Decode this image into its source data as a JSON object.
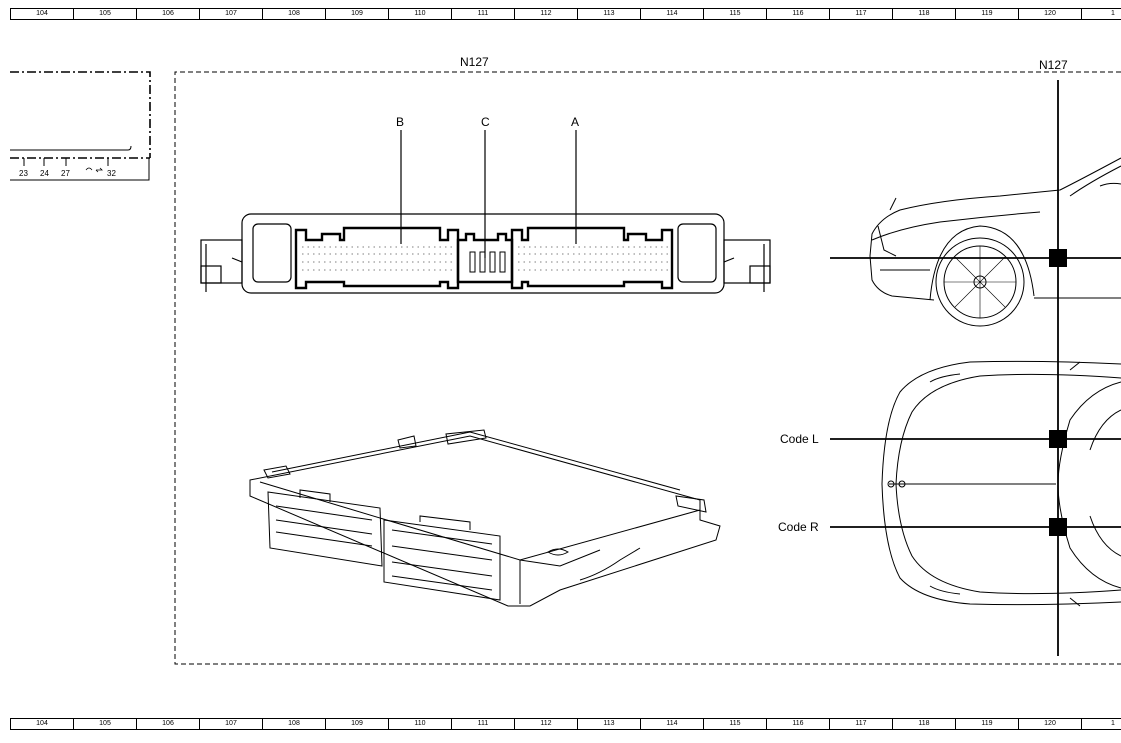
{
  "ruler": {
    "columns": [
      "104",
      "105",
      "106",
      "107",
      "108",
      "109",
      "110",
      "111",
      "112",
      "113",
      "114",
      "115",
      "116",
      "117",
      "118",
      "119",
      "120",
      "1"
    ]
  },
  "sheet": {
    "module_label": "N127",
    "module_label_right": "N127",
    "left_fragment_pins": [
      "23",
      "24",
      "27",
      "32"
    ]
  },
  "connectors": {
    "b": "B",
    "c": "C",
    "a": "A"
  },
  "codes": {
    "left": "Code L",
    "right": "Code R"
  }
}
